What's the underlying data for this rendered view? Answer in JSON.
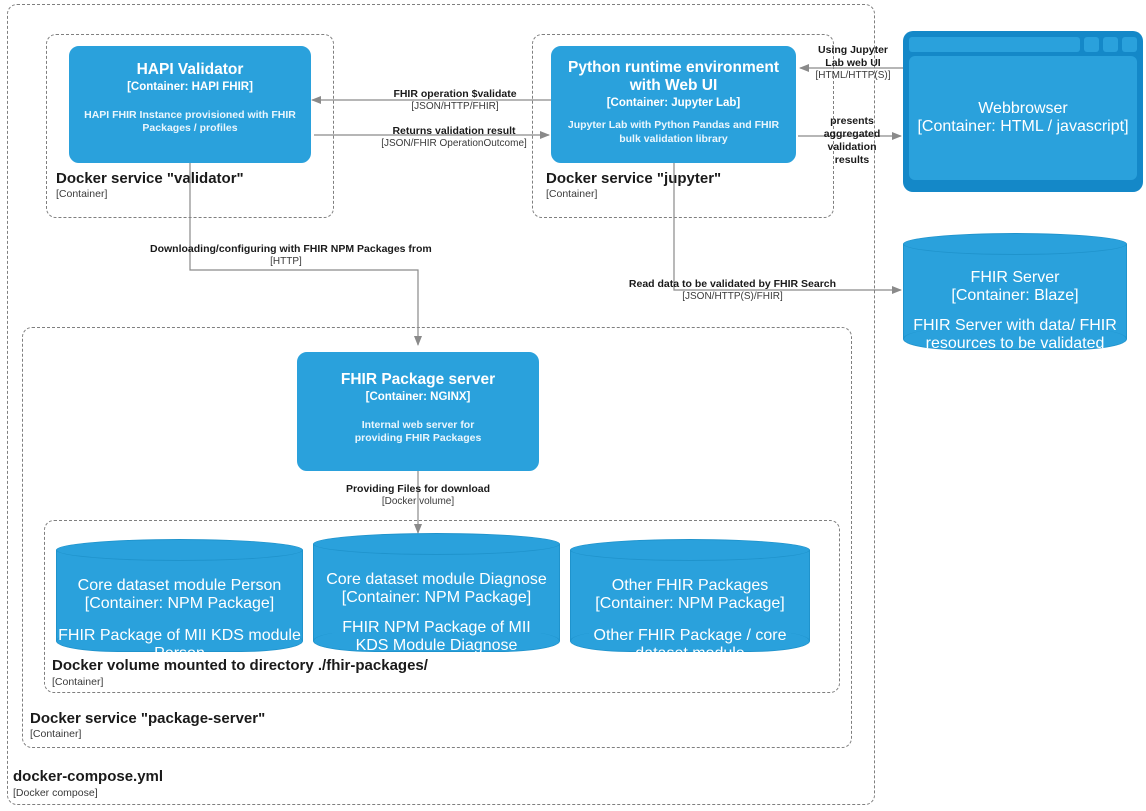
{
  "diagram": {
    "title": "docker-compose.yml",
    "title_tech": "[Docker compose]",
    "accent_color": "#2aa1dc",
    "accent_dark": "#1488c8",
    "line_color": "#7f7f7f"
  },
  "boundaries": [
    {
      "id": "validator",
      "label": "Docker service \"validator\"",
      "tech": "[Container]"
    },
    {
      "id": "jupyter",
      "label": "Docker service \"jupyter\"",
      "tech": "[Container]"
    },
    {
      "id": "package_server",
      "label": "Docker service \"package-server\"",
      "tech": "[Container]"
    },
    {
      "id": "volume",
      "label": "Docker volume mounted to directory ./fhir-packages/",
      "tech": "[Container]"
    },
    {
      "id": "compose",
      "label": "docker-compose.yml",
      "tech": "[Docker compose]"
    }
  ],
  "nodes": {
    "hapi_validator": {
      "title": "HAPI Validator",
      "tech": "[Container: HAPI FHIR]",
      "desc": "HAPI FHIR Instance provisioned with FHIR Packages / profiles"
    },
    "python_runtime": {
      "title": "Python runtime environment with Web UI",
      "tech": "[Container: Jupyter Lab]",
      "desc": "Jupyter Lab with Python Pandas and FHIR bulk validation library"
    },
    "webbrowser": {
      "title": "Webbrowser",
      "tech": "[Container: HTML / javascript]",
      "desc": ""
    },
    "fhir_server": {
      "title": "FHIR Server",
      "tech": "[Container: Blaze]",
      "desc": "FHIR Server with data/ FHIR resources to be validated"
    },
    "package_server": {
      "title": "FHIR Package server",
      "tech": "[Container: NGINX]",
      "desc": "Internal web server for providing FHIR Packages"
    },
    "pkg_person": {
      "title": "Core dataset module Person",
      "tech": "[Container: NPM Package]",
      "desc": "FHIR Package of MII KDS module Person"
    },
    "pkg_diagnose": {
      "title": "Core dataset module Diagnose",
      "tech": "[Container: NPM Package]",
      "desc": "FHIR NPM Package of MII KDS Module Diagnose"
    },
    "pkg_other": {
      "title": "Other FHIR Packages",
      "tech": "[Container: NPM Package]",
      "desc": "Other FHIR Package / core dataset module"
    }
  },
  "edges": [
    {
      "id": "validate_request",
      "label": "FHIR operation $validate",
      "tech": "[JSON/HTTP/FHIR]",
      "from": "python_runtime",
      "to": "hapi_validator"
    },
    {
      "id": "validate_response",
      "label": "Returns validation result",
      "tech": "[JSON/FHIR OperationOutcome]",
      "from": "hapi_validator",
      "to": "python_runtime"
    },
    {
      "id": "using_jupyter",
      "label": "Using Jupyter Lab web UI",
      "tech": "[HTML/HTTP(S)]",
      "from": "webbrowser",
      "to": "python_runtime"
    },
    {
      "id": "presents_results",
      "label": "presents aggregated validation results",
      "tech": "",
      "from": "python_runtime",
      "to": "webbrowser"
    },
    {
      "id": "read_data",
      "label": "Read data to be validated by FHIR Search",
      "tech": "[JSON/HTTP(S)/FHIR]",
      "from": "python_runtime",
      "to": "fhir_server"
    },
    {
      "id": "download_packages",
      "label": "Downloading/configuring with FHIR NPM Packages from",
      "tech": "[HTTP]",
      "from": "hapi_validator",
      "to": "package_server"
    },
    {
      "id": "providing_files",
      "label": "Providing Files for download",
      "tech": "[Docker volume]",
      "from": "package_server",
      "to": "volume"
    }
  ]
}
